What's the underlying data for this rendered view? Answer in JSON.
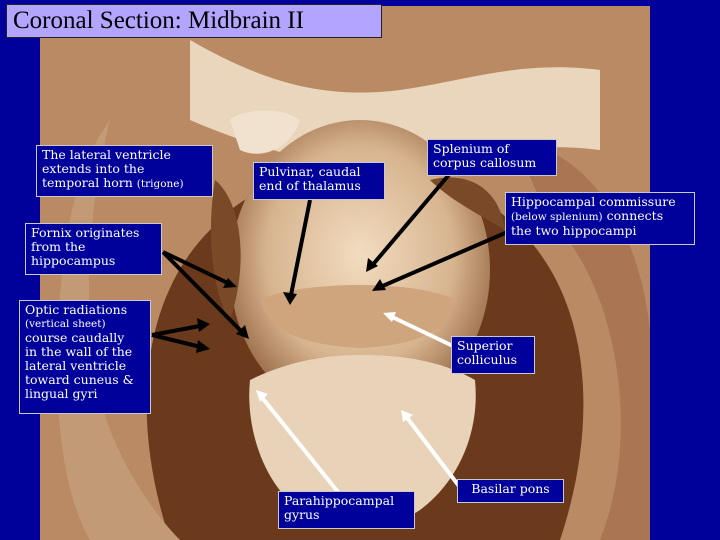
{
  "title": "Coronal Section: Midbrain II",
  "labels": {
    "lateral_ventricle": {
      "lines": [
        "The lateral ventricle",
        "extends into the",
        "temporal horn",
        "(trigone)"
      ]
    },
    "fornix": {
      "lines": [
        "Fornix originates",
        "from the",
        "hippocampus"
      ]
    },
    "optic": {
      "lines": [
        "Optic radiations",
        "(vertical sheet)",
        "course caudally",
        "in the wall of the",
        "lateral ventricle",
        "toward cuneus &",
        "lingual gyri"
      ]
    },
    "pulvinar": {
      "lines": [
        "Pulvinar, caudal",
        "end of thalamus"
      ]
    },
    "splenium": {
      "lines": [
        "Splenium of",
        "corpus callosum"
      ]
    },
    "hippocampal_commissure": {
      "lines": [
        "Hippocampal commissure",
        "(below splenium)",
        "connects",
        "the two hippocampi"
      ]
    },
    "superior_colliculus": {
      "lines": [
        "Superior",
        "colliculus"
      ]
    },
    "parahippocampal": {
      "lines": [
        "Parahippocampal",
        "gyrus"
      ]
    },
    "basilar_pons": {
      "lines": [
        "Basilar pons"
      ]
    }
  }
}
